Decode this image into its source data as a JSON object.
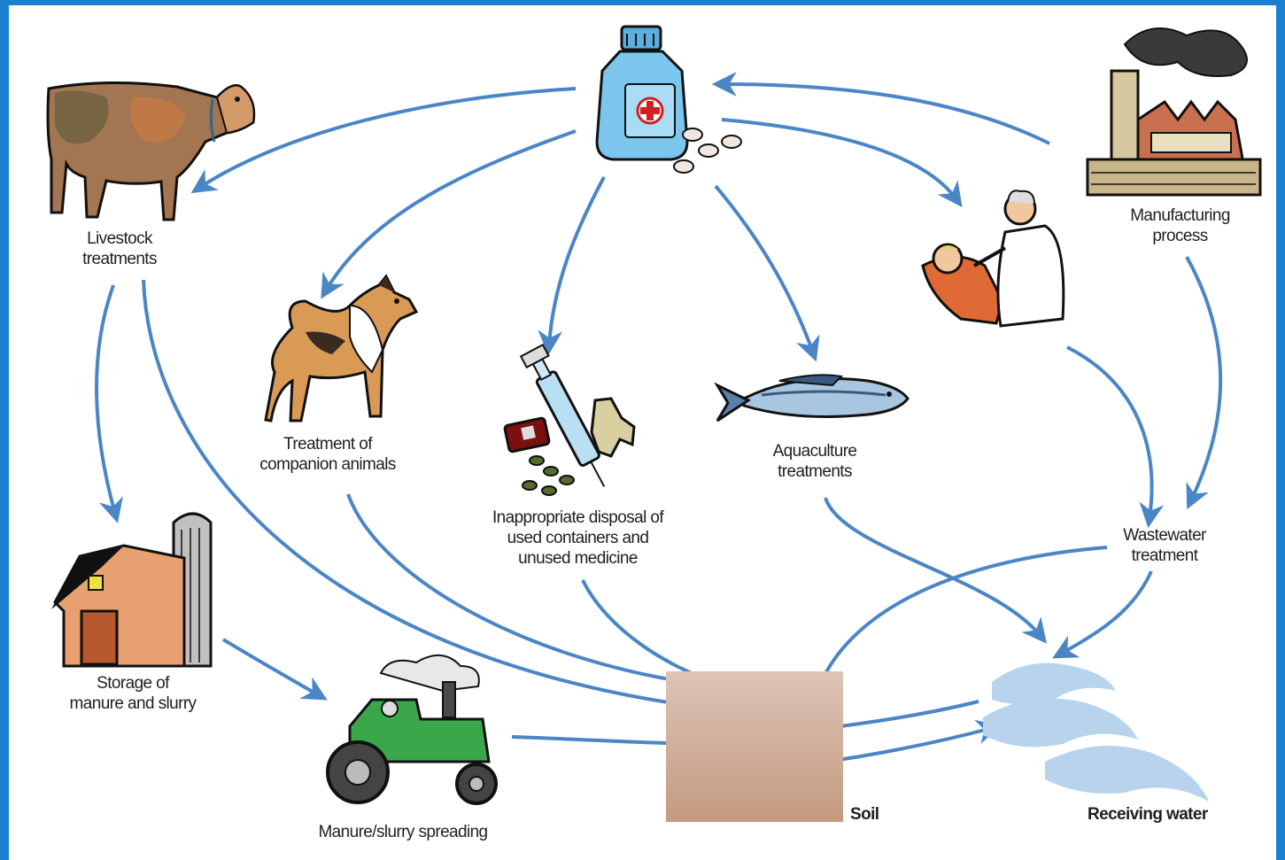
{
  "nodes": {
    "livestock": "Livestock\ntreatments",
    "companion": "Treatment of\ncompanion animals",
    "disposal": "Inappropriate disposal of\nused containers and\nunused medicine",
    "aquaculture": "Aquaculture\ntreatments",
    "manufacturing": "Manufacturing\nprocess",
    "wastewater": "Wastewater\ntreatment",
    "storage": "Storage of\nmanure and slurry",
    "spreading": "Manure/slurry spreading",
    "soil": "Soil",
    "water": "Receiving water"
  },
  "colors": {
    "frame": "#1a7fd0",
    "arrow": "#4a86c6",
    "soil_top": "#d8bfb0",
    "soil_bottom": "#c59a80",
    "water": "#b8d4ec"
  },
  "icons": {
    "medicine": "medicine-bottle-icon",
    "cow": "cow-icon",
    "dog": "dog-icon",
    "disposal": "syringe-waste-icon",
    "fish": "fish-icon",
    "dentist": "dentist-icon",
    "factory": "factory-icon",
    "barn": "barn-icon",
    "tractor": "tractor-icon",
    "water": "water-waves-icon"
  }
}
